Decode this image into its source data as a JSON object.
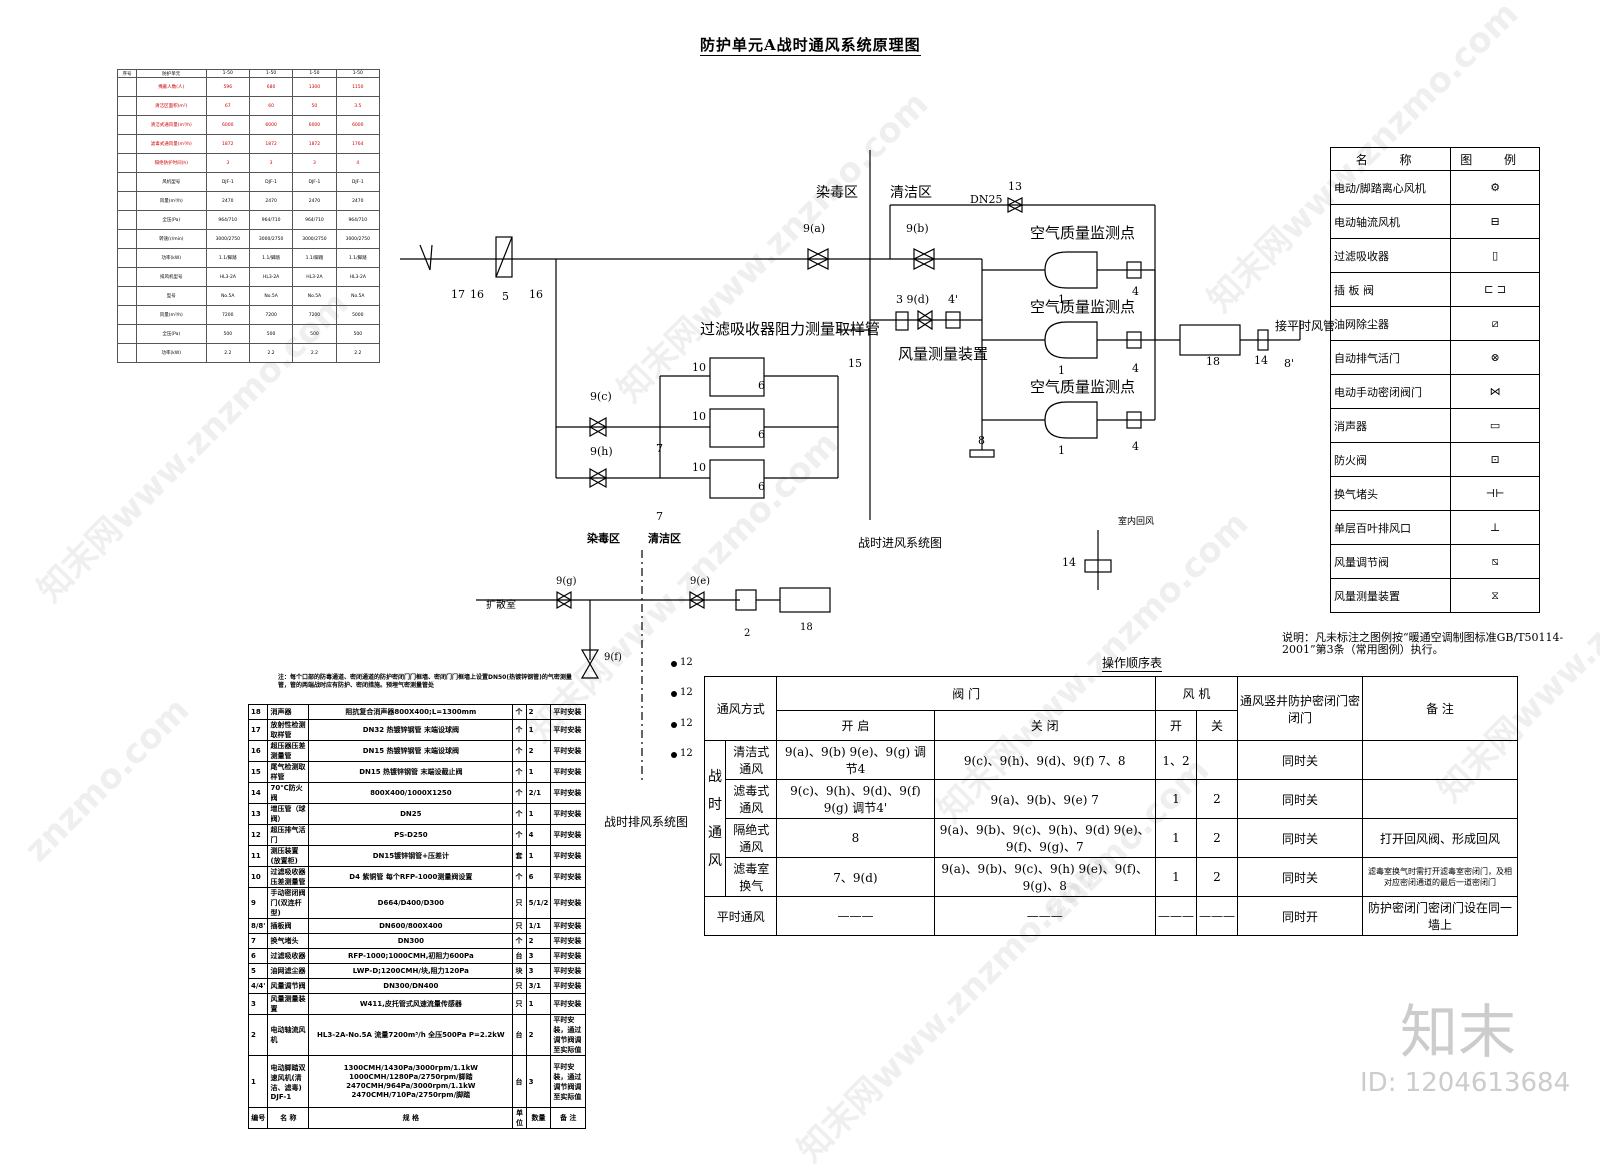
{
  "title": "防护单元A战时通风系统原理图",
  "zones": {
    "dirty": "染毒区",
    "clean": "清洁区"
  },
  "labels": {
    "filter_pipe": "过滤吸收器阻力测量取样管",
    "air_measure": "风量测量装置",
    "aq1": "空气质量监测点",
    "aq2": "空气质量监测点",
    "aq3": "空气质量监测点",
    "dn25": "DN25",
    "to_peace": "接平时风管",
    "supply_caption": "战时进风系统图",
    "exhaust_caption": "战时排风系统图",
    "indoor_return": "室内回风",
    "expansion": "扩散室",
    "note": "说明：凡未标注之图例按“暖通空调制图标准GB/T50114-2001”第3条（常用图例）执行。"
  },
  "tags": {
    "t17": "17",
    "t16a": "16",
    "t5": "5",
    "t16b": "16",
    "t9a": "9(a)",
    "t9b": "9(b)",
    "t13": "13",
    "t39d": "3 9(d)",
    "t4p": "4'",
    "t15": "15",
    "t10a": "10",
    "t10b": "10",
    "t10c": "10",
    "t6a": "6",
    "t6b": "6",
    "t6c": "6",
    "t9c": "9(c)",
    "t9h": "9(h)",
    "t7a": "7",
    "t7b": "7",
    "t8": "8",
    "t1a": "1",
    "t1b": "1",
    "t1c": "1",
    "t4a": "4",
    "t4b": "4",
    "t4c": "4",
    "t18a": "18",
    "t14a": "14",
    "t8p": "8'",
    "t14b": "14",
    "t9g": "9(g)",
    "t9e": "9(e)",
    "t9f": "9(f)",
    "t2": "2",
    "t18b": "18",
    "t12a": "12",
    "t12b": "12",
    "t12c": "12",
    "t12d": "12"
  },
  "legend": {
    "headers": [
      "名 称",
      "图 例"
    ],
    "items": [
      "电动/脚踏离心风机",
      "电动轴流风机",
      "过滤吸收器",
      "插 板 阀",
      "油网除尘器",
      "自动排气活门",
      "电动手动密闭阀门",
      "消声器",
      "防火阀",
      "换气堵头",
      "单层百叶排风口",
      "风量调节阀",
      "风量测量装置"
    ]
  },
  "ops_table": {
    "caption": "操作顺序表",
    "h_mode": "通风方式",
    "h_valve": "阀 门",
    "h_fan": "风 机",
    "h_door": "通风竖井防护密闭门密闭门",
    "h_note": "备 注",
    "h_open": "开 启",
    "h_close": "关 闭",
    "h_on": "开",
    "h_off": "关",
    "group": "战时通风",
    "rows": [
      {
        "mode": "清洁式通风",
        "open": "9(a)、9(b) 9(e)、9(g) 调节4",
        "close": "9(c)、9(h)、9(d)、9(f) 7、8",
        "on": "1、2",
        "off": "",
        "door": "同时关",
        "note": ""
      },
      {
        "mode": "滤毒式通风",
        "open": "9(c)、9(h)、9(d)、9(f) 9(g) 调节4'",
        "close": "9(a)、9(b)、9(e) 7",
        "on": "1",
        "off": "2",
        "door": "同时关",
        "note": ""
      },
      {
        "mode": "隔绝式通风",
        "open": "8",
        "close": "9(a)、9(b)、9(c)、9(h)、9(d) 9(e)、9(f)、9(g)、7",
        "on": "1",
        "off": "2",
        "door": "同时关",
        "note": "打开回风阀、形成回风"
      },
      {
        "mode": "滤毒室换气",
        "open": "7、9(d)",
        "close": "9(a)、9(b)、9(c)、9(h) 9(e)、9(f)、9(g)、8",
        "on": "1",
        "off": "2",
        "door": "同时关",
        "note": "滤毒室换气时需打开滤毒室密闭门，及相对应密闭通道的最后一道密闭门"
      }
    ],
    "peace": {
      "mode": "平时通风",
      "open": "———",
      "close": "———",
      "on": "———",
      "off": "———",
      "door": "同时开",
      "note": "防护密闭门密闭门设在同一墙上"
    }
  },
  "equip_table": {
    "top_note": "注：每个口部的防毒通道、密闭通道的防护密闭门门框墙、密闭门门框墙上设置DN50(热镀锌钢管)的气密测量管，管的两端战时应有防护、密闭措施。预埋气密测量管处",
    "rows": [
      [
        "18",
        "消声器",
        "阻抗复合消声器800X400;L=1300mm",
        "个",
        "2",
        "平时安装"
      ],
      [
        "17",
        "放射性检测取样管",
        "DN32 热镀锌钢管 末端设球阀",
        "个",
        "1",
        "平时安装"
      ],
      [
        "16",
        "超压器压差测量管",
        "DN15 热镀锌钢管 末端设球阀",
        "个",
        "2",
        "平时安装"
      ],
      [
        "15",
        "尾气检测取样管",
        "DN15 热镀锌钢管 末端设截止阀",
        "个",
        "1",
        "平时安装"
      ],
      [
        "14",
        "70℃防火阀",
        "800X400/1000X1250",
        "个",
        "2/1",
        "平时安装"
      ],
      [
        "13",
        "增压管（球阀）",
        "DN25",
        "个",
        "1",
        "平时安装"
      ],
      [
        "12",
        "超压排气活门",
        "PS-D250",
        "个",
        "4",
        "平时安装"
      ],
      [
        "11",
        "测压装置(放置柜)",
        "DN15镀锌钢管+压差计",
        "套",
        "1",
        "平时安装"
      ],
      [
        "10",
        "过滤吸收器压差测量管",
        "D4 紫铜管 每个RFP-1000测量阀设置",
        "个",
        "6",
        "平时安装"
      ],
      [
        "9",
        "手动密闭阀门(双连杆型)",
        "D664/D400/D300",
        "只",
        "5/1/2",
        "平时安装"
      ],
      [
        "8/8'",
        "插板阀",
        "DN600/800X400",
        "只",
        "1/1",
        "平时安装"
      ],
      [
        "7",
        "换气堵头",
        "DN300",
        "个",
        "2",
        "平时安装"
      ],
      [
        "6",
        "过滤吸收器",
        "RFP-1000;1000CMH,初阻力600Pa",
        "台",
        "3",
        "平时安装"
      ],
      [
        "5",
        "油网滤尘器",
        "LWP-D;1200CMH/块,阻力120Pa",
        "块",
        "3",
        "平时安装"
      ],
      [
        "4/4'",
        "风量调节阀",
        "DN300/DN400",
        "只",
        "3/1",
        "平时安装"
      ],
      [
        "3",
        "风量测量装置",
        "W411,皮托管式风速流量传感器",
        "只",
        "1",
        "平时安装"
      ],
      [
        "2",
        "电动轴流风机",
        "HL3-2A-No.5A 流量7200m³/h 全压500Pa P=2.2kW",
        "台",
        "2",
        "平时安装，通过调节阀调至实际值"
      ],
      [
        "1",
        "电动脚踏双速风机(清洁、滤毒) DJF-1",
        "1300CMH/1430Pa/3000rpm/1.1kW 1000CMH/1280Pa/2750rpm/脚踏 2470CMH/964Pa/3000rpm/1.1kW 2470CMH/710Pa/2750rpm/脚踏",
        "台",
        "3",
        "平时安装，通过调节阀调至实际值"
      ]
    ],
    "footer": [
      "编号",
      "名 称",
      "规 格",
      "单位",
      "数量",
      "备 注"
    ]
  },
  "spec_table": {
    "header": [
      "序号",
      "防护单元",
      "1-50",
      "1-50",
      "1-50",
      "1-50"
    ],
    "rows": [
      [
        "",
        "掩蔽人数(人)",
        "596",
        "680",
        "1300",
        "1150"
      ],
      [
        "",
        "清洁区面积(m²)",
        "67",
        "60",
        "50",
        "3.5"
      ],
      [
        "",
        "清洁式通风量(m³/h)",
        "6000",
        "6000",
        "6000",
        "6000"
      ],
      [
        "",
        "滤毒式通风量(m³/h)",
        "1872",
        "1872",
        "1872",
        "1764"
      ],
      [
        "",
        "隔绝防护时间(h)",
        "3",
        "3",
        "3",
        "4"
      ],
      [
        "",
        "风机型号",
        "DJF-1",
        "DJF-1",
        "DJF-1",
        "DJF-1"
      ],
      [
        "",
        "风量(m³/h)",
        "2470",
        "2470",
        "2470",
        "2470"
      ],
      [
        "",
        "全压(Pa)",
        "964/710",
        "964/710",
        "964/710",
        "964/710"
      ],
      [
        "",
        "转速(r/min)",
        "3000/2750",
        "3000/2750",
        "3000/2750",
        "3000/2750"
      ],
      [
        "",
        "功率(kW)",
        "1.1/脚踏",
        "1.1/脚踏",
        "1.1/脚踏",
        "1.1/脚踏"
      ],
      [
        "",
        "排风机型号",
        "HL3-2A",
        "HL3-2A",
        "HL3-2A",
        "HL3-2A"
      ],
      [
        "",
        "型号",
        "No.5A",
        "No.5A",
        "No.5A",
        "No.5A"
      ],
      [
        "",
        "风量(m³/h)",
        "7200",
        "7200",
        "7200",
        "5000"
      ],
      [
        "",
        "全压(Pa)",
        "500",
        "500",
        "500",
        "500"
      ],
      [
        "",
        "功率(kW)",
        "2.2",
        "2.2",
        "2.2",
        "2.2"
      ]
    ]
  },
  "watermarks": [
    "znzmo.com",
    "知末网www.znzmo.com"
  ],
  "brand": {
    "logo": "知末",
    "id": "ID: 1204613684"
  }
}
